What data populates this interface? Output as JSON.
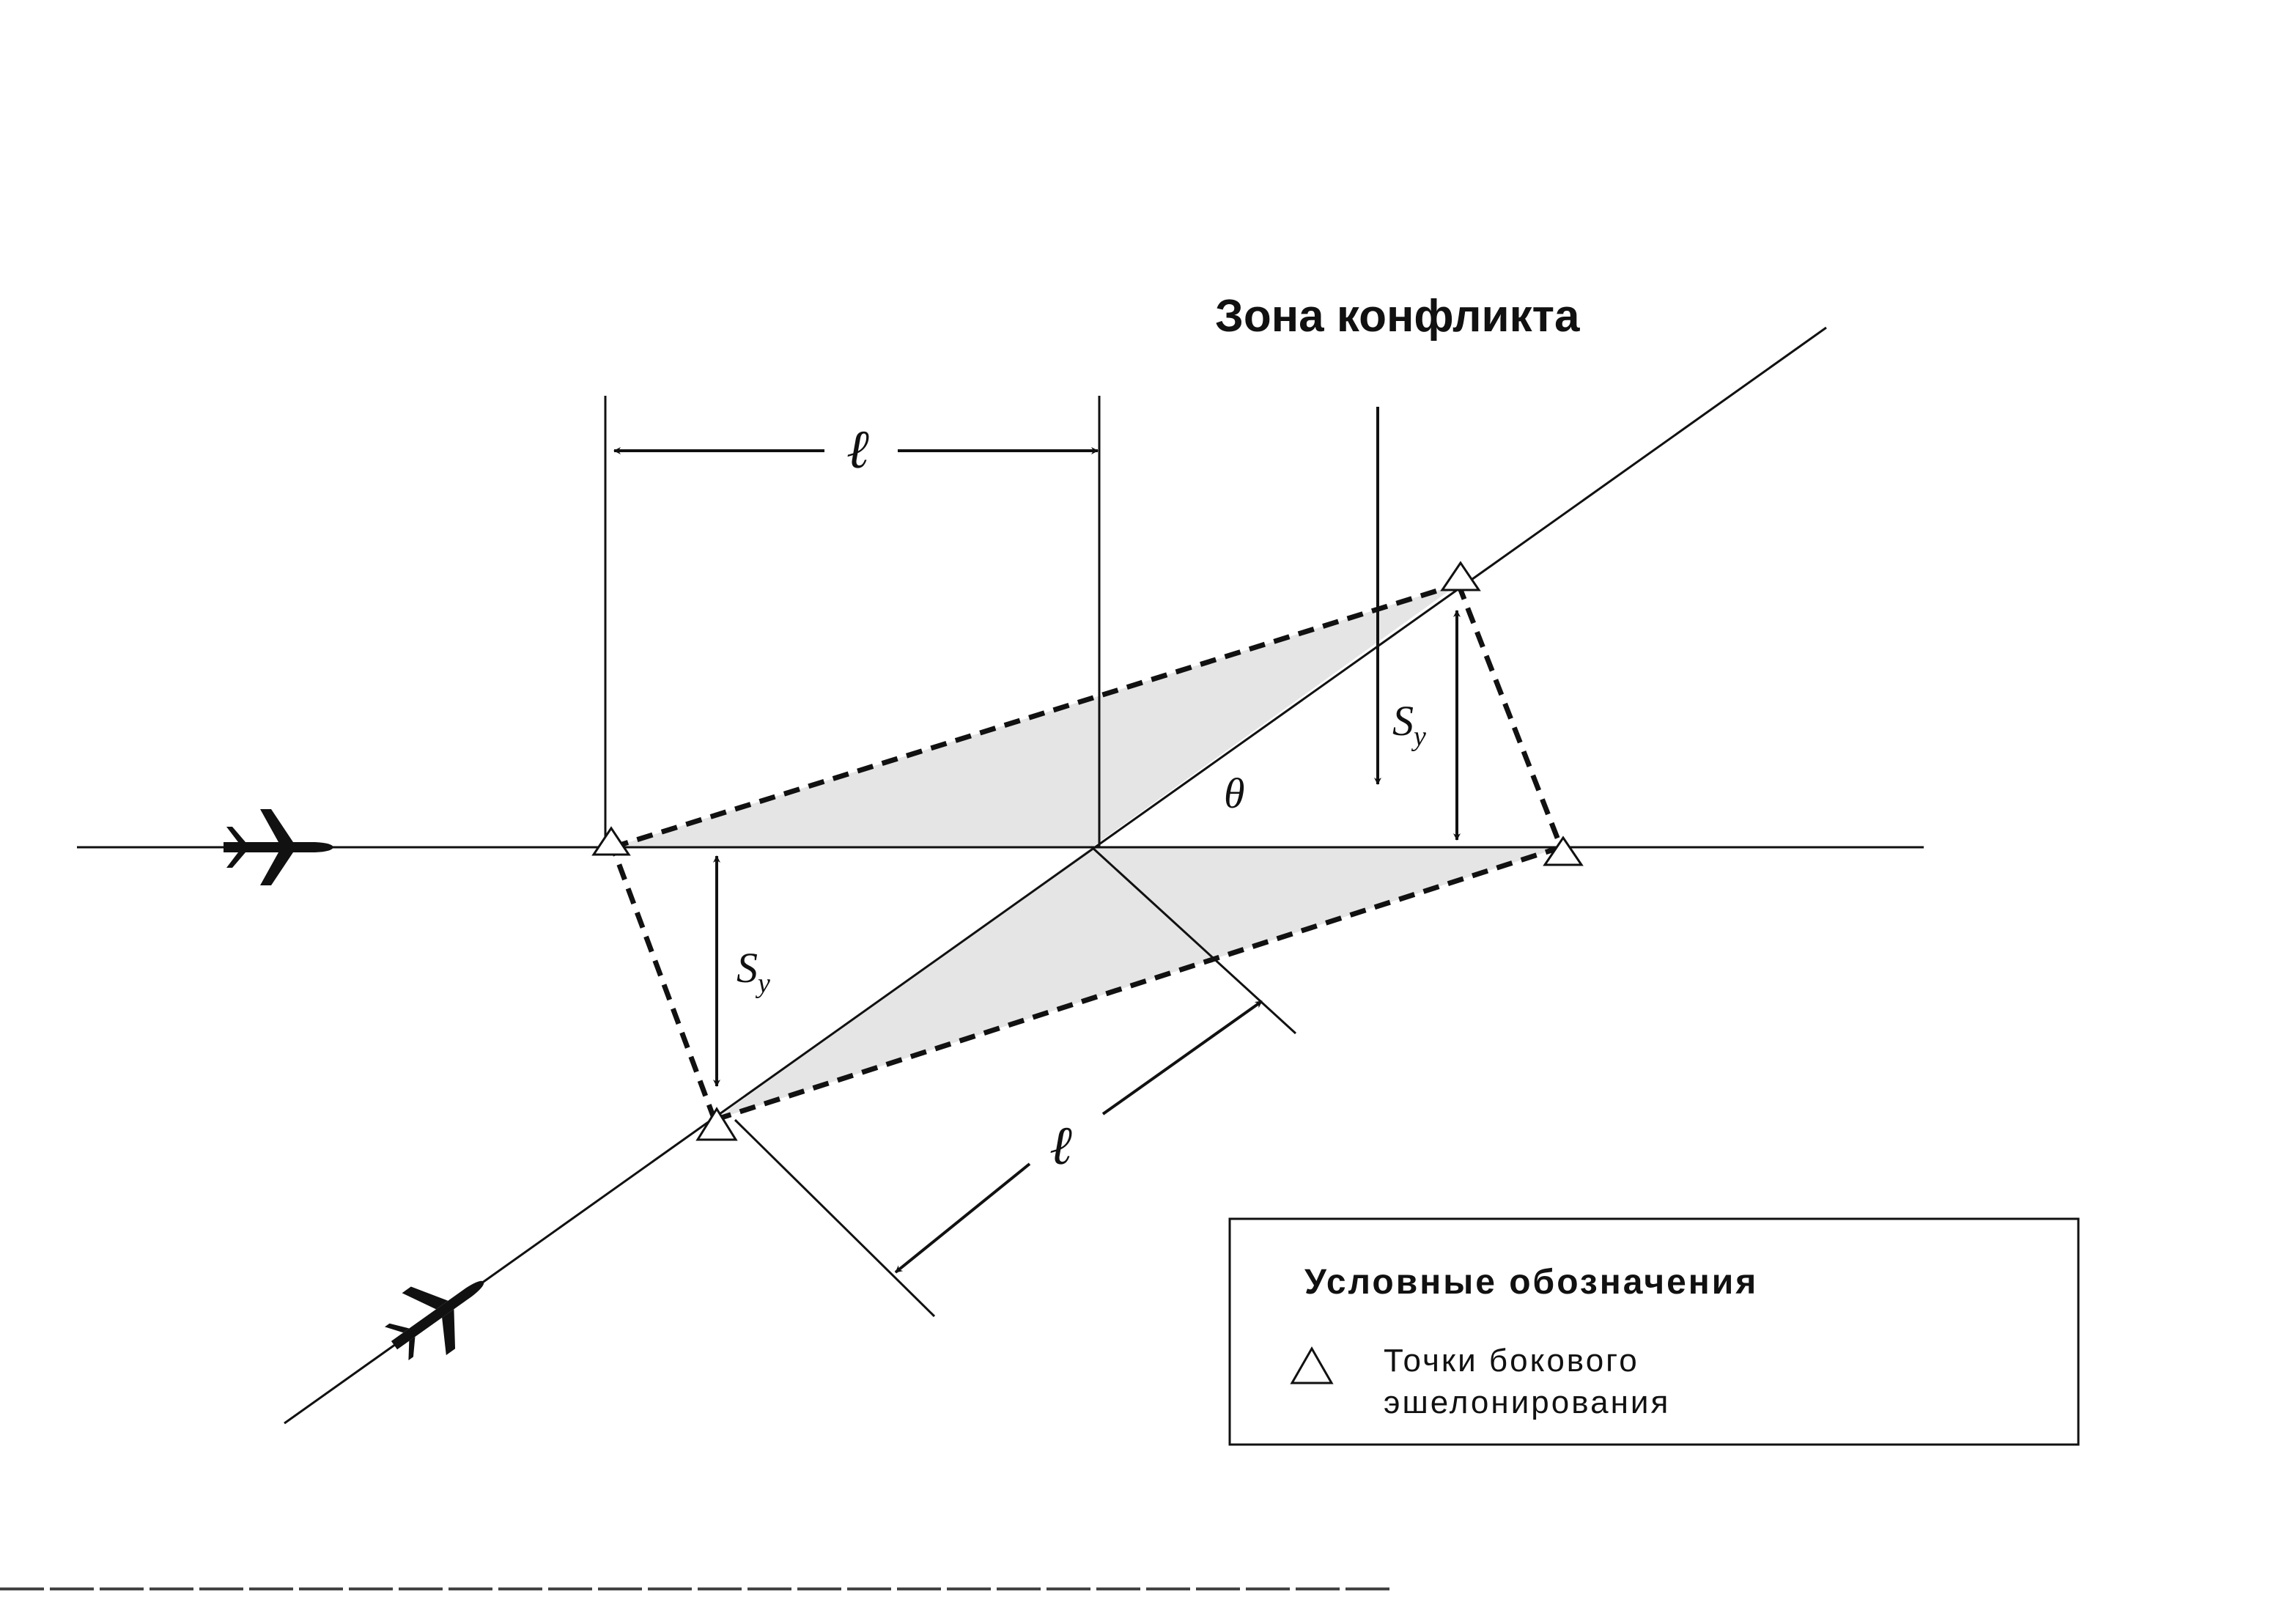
{
  "title": "Зона конфликта",
  "labels": {
    "length_top": "ℓ",
    "length_diag": "ℓ",
    "angle": "θ",
    "sep_right_main": "S",
    "sep_right_sub": "y",
    "sep_left_main": "S",
    "sep_left_sub": "y"
  },
  "legend": {
    "title": "Условные обозначения",
    "item_line1": "Точки бокового",
    "item_line2": "эшелонирования",
    "item_icon": "triangle-icon"
  },
  "icons": {
    "aircraft_horizontal": "airplane-icon",
    "aircraft_diagonal": "airplane-icon"
  },
  "colors": {
    "ink": "#111111",
    "zone_fill": "#dedede"
  }
}
